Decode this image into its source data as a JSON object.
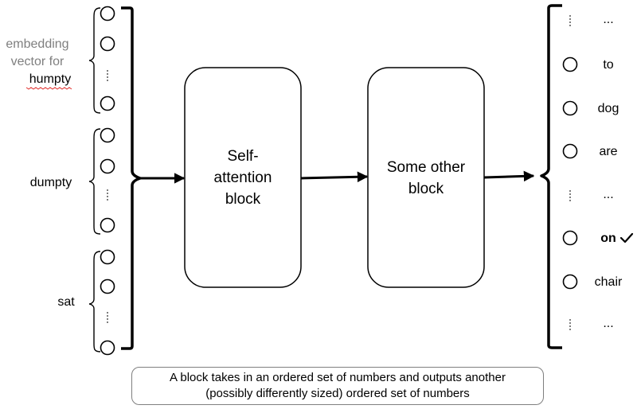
{
  "input_labels": {
    "humpty": {
      "line1": "embedding",
      "line2": "vector for",
      "word": "humpty",
      "prefix_color": "#7f7f7f",
      "spellcheck_color": "#e0302d"
    },
    "dumpty": "dumpty",
    "sat": "sat"
  },
  "blocks": {
    "self_attention": [
      "Self-",
      "attention",
      "block"
    ],
    "other": [
      "Some other",
      "block"
    ]
  },
  "outputs": [
    {
      "kind": "dots",
      "label": "..."
    },
    {
      "kind": "circle",
      "label": "to"
    },
    {
      "kind": "circle",
      "label": "dog"
    },
    {
      "kind": "circle",
      "label": "are"
    },
    {
      "kind": "dots",
      "label": "..."
    },
    {
      "kind": "circle",
      "label": "on",
      "bold": true,
      "checkmark": true
    },
    {
      "kind": "circle",
      "label": "chair"
    },
    {
      "kind": "dots",
      "label": "..."
    }
  ],
  "caption": {
    "line1": "A block takes in an ordered set of numbers and outputs another",
    "line2": "(possibly differently sized) ordered set of numbers"
  }
}
